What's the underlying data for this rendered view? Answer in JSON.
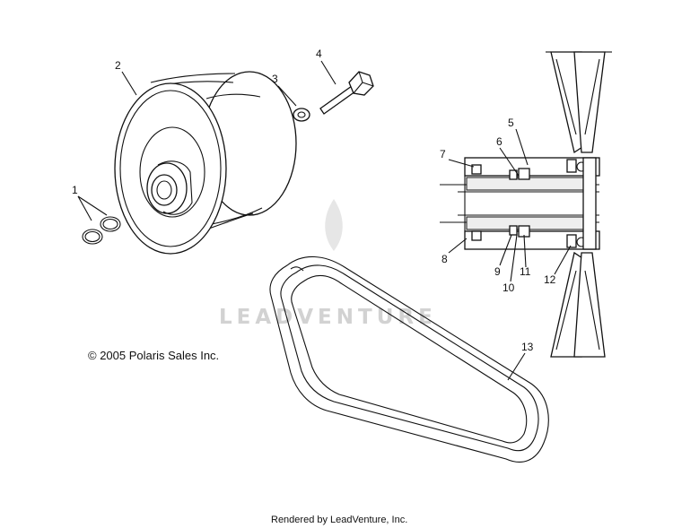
{
  "callouts": {
    "c1": "1",
    "c2": "2",
    "c3": "3",
    "c4": "4",
    "c5": "5",
    "c6": "6",
    "c7": "7",
    "c8": "8",
    "c9": "9",
    "c10": "10",
    "c11": "11",
    "c12": "12",
    "c13": "13"
  },
  "copyright": "© 2005 Polaris Sales Inc.",
  "watermark": "LEADVENTURE",
  "footer": "Rendered by LeadVenture, Inc."
}
